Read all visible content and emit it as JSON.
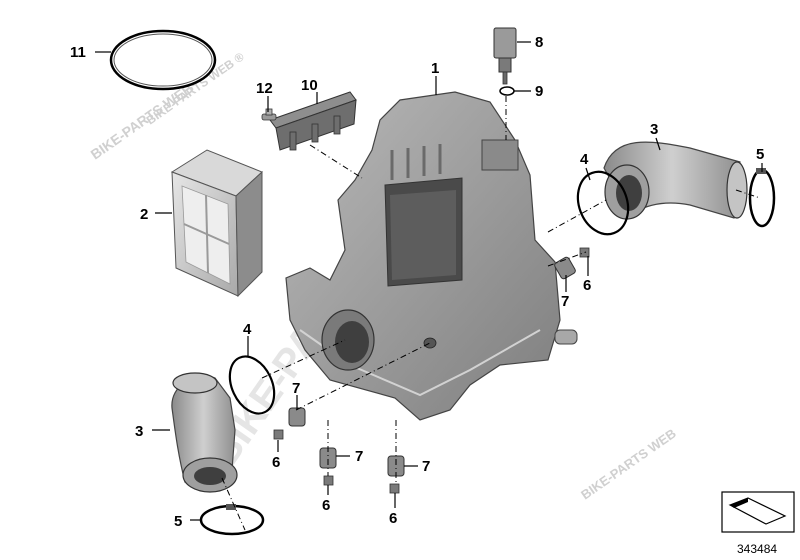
{
  "callouts": {
    "c1": "1",
    "c2": "2",
    "c3a": "3",
    "c3b": "3",
    "c4a": "4",
    "c4b": "4",
    "c5a": "5",
    "c5b": "5",
    "c6a": "6",
    "c6b": "6",
    "c6c": "6",
    "c6d": "6",
    "c7a": "7",
    "c7b": "7",
    "c7c": "7",
    "c7d": "7",
    "c8": "8",
    "c9": "9",
    "c10": "10",
    "c11": "11",
    "c12": "12"
  },
  "watermark": {
    "text_short": "BIKE-PARTS WEB",
    "text_reg": "BIKE-PARTS WEB ®",
    "text_big": "BIKE-PARTS WEB"
  },
  "diagram_id": "343484"
}
